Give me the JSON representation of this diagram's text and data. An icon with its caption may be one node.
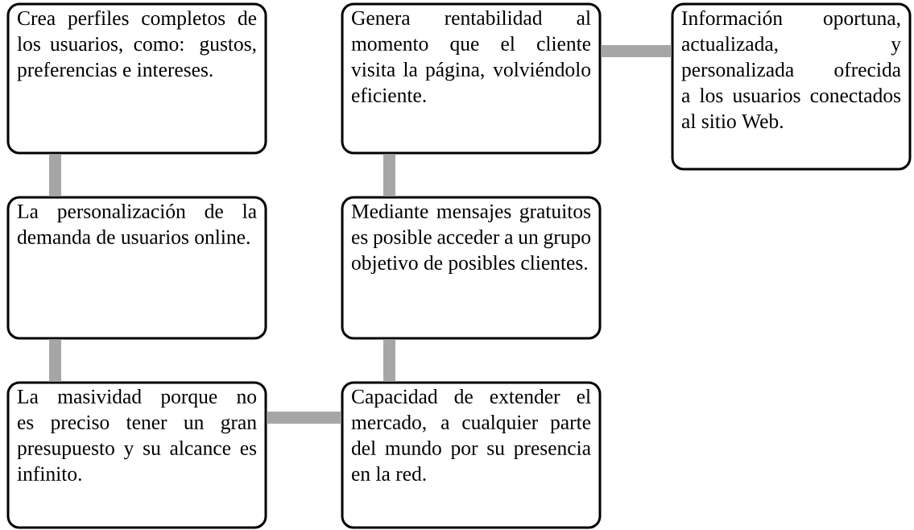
{
  "diagram": {
    "nodes": [
      {
        "text": [
          "Crea perfiles completos de los usuarios, como: gustos, preferencias e intereses."
        ]
      },
      {
        "text": [
          "La personalización  de la demanda de usuarios online."
        ]
      },
      {
        "text": [
          "La masividad porque no es preciso tener un gran presupuesto y su alcance es infinito."
        ]
      },
      {
        "text": [
          "Capacidad de extender el mercado, a cualquier parte del mundo por su presencia en la red."
        ]
      },
      {
        "text": [
          "Mediante mensajes gratuitos es posible acceder a un grupo objetivo de posibles clientes."
        ]
      },
      {
        "text": [
          "Genera rentabilidad al momento que el cliente visita la página, volviéndolo eficiente."
        ]
      },
      {
        "text": [
          "Información oportuna, actualizada, y personalizada ofrecida a los usuarios conectados al sitio Web."
        ]
      }
    ],
    "edges": [
      {
        "from": 0,
        "to": 1,
        "arrow": "none"
      },
      {
        "from": 1,
        "to": 2,
        "arrow": "none"
      },
      {
        "from": 2,
        "to": 3,
        "arrow": "none"
      },
      {
        "from": 3,
        "to": 4,
        "arrow": "none"
      },
      {
        "from": 4,
        "to": 5,
        "arrow": "none"
      },
      {
        "from": 5,
        "to": 6,
        "arrow": "none"
      }
    ]
  }
}
